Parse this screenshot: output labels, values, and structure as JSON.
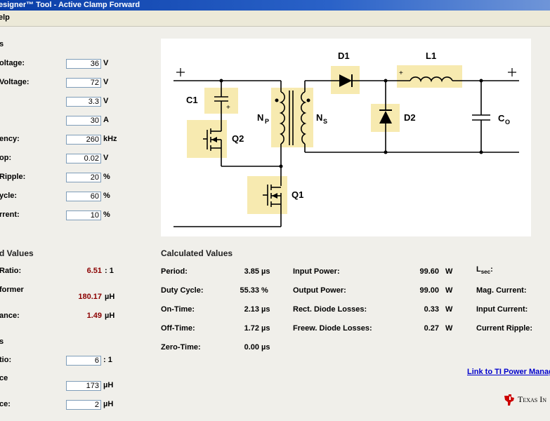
{
  "window": {
    "title": "esigner™ Tool - Active Clamp Forward"
  },
  "menu": {
    "item": "elp"
  },
  "inputs": {
    "header": "s",
    "rows": [
      {
        "label": "oltage:",
        "value": "36",
        "unit": "V"
      },
      {
        "label": "Voltage:",
        "value": "72",
        "unit": "V"
      },
      {
        "label": "",
        "value": "3.3",
        "unit": "V"
      },
      {
        "label": "",
        "value": "30",
        "unit": "A"
      },
      {
        "label": "ency:",
        "value": "260",
        "unit": "kHz"
      },
      {
        "label": "op:",
        "value": "0.02",
        "unit": "V"
      },
      {
        "label": "Ripple:",
        "value": "20",
        "unit": "%"
      },
      {
        "label": "ycle:",
        "value": "60",
        "unit": "%"
      },
      {
        "label": "rrent:",
        "value": "10",
        "unit": "%"
      }
    ]
  },
  "left_calc": {
    "title": "d Values",
    "rows": [
      {
        "label": "Ratio:",
        "value": "6.51",
        "unit": ": 1"
      },
      {
        "label": "former",
        "value": "180.17",
        "unit": "µH"
      },
      {
        "label": "ance:",
        "value": "1.49",
        "unit": "µH"
      }
    ]
  },
  "left_selected": {
    "header": "s",
    "rows": [
      {
        "label": "tio:",
        "value": "6",
        "unit": ": 1"
      },
      {
        "label": "ce",
        "value": "173",
        "unit": "µH"
      },
      {
        "label": "ce:",
        "value": "2",
        "unit": "µH"
      }
    ]
  },
  "schematic": {
    "labels": {
      "c1": "C1",
      "q2": "Q2",
      "q1": "Q1",
      "np": "N",
      "np_sub": "P",
      "ns": "N",
      "ns_sub": "S",
      "d1": "D1",
      "d2": "D2",
      "l1": "L1",
      "co": "C",
      "co_sub": "O",
      "plus": "+"
    }
  },
  "calc": {
    "title": "Calculated Values",
    "col1": [
      {
        "label": "Period:",
        "value": "3.85",
        "unit": "µs"
      },
      {
        "label": "Duty Cycle:",
        "value": "55.33",
        "unit": "%"
      },
      {
        "label": "On-Time:",
        "value": "2.13",
        "unit": "µs"
      },
      {
        "label": "Off-Time:",
        "value": "1.72",
        "unit": "µs"
      },
      {
        "label": "Zero-Time:",
        "value": "0.00",
        "unit": "µs"
      }
    ],
    "col2": [
      {
        "label": "Input Power:",
        "value": "99.60",
        "unit": "W"
      },
      {
        "label": "Output Power:",
        "value": "99.00",
        "unit": "W"
      },
      {
        "label": "Rect. Diode Losses:",
        "value": "0.33",
        "unit": "W"
      },
      {
        "label": "Freew. Diode Losses:",
        "value": "0.27",
        "unit": "W"
      }
    ],
    "col3": [
      {
        "label": "L",
        "sub": "sec",
        "suffix": ":"
      },
      {
        "label": "Mag. Current:"
      },
      {
        "label": "Input Current:"
      },
      {
        "label": "Current Ripple:"
      }
    ]
  },
  "footer": {
    "link": "Link to TI Power Manag",
    "brand": "Texas In"
  },
  "colors": {
    "highlight": "#f7eab0",
    "value_red": "#8b0000",
    "link": "#0000cc"
  }
}
